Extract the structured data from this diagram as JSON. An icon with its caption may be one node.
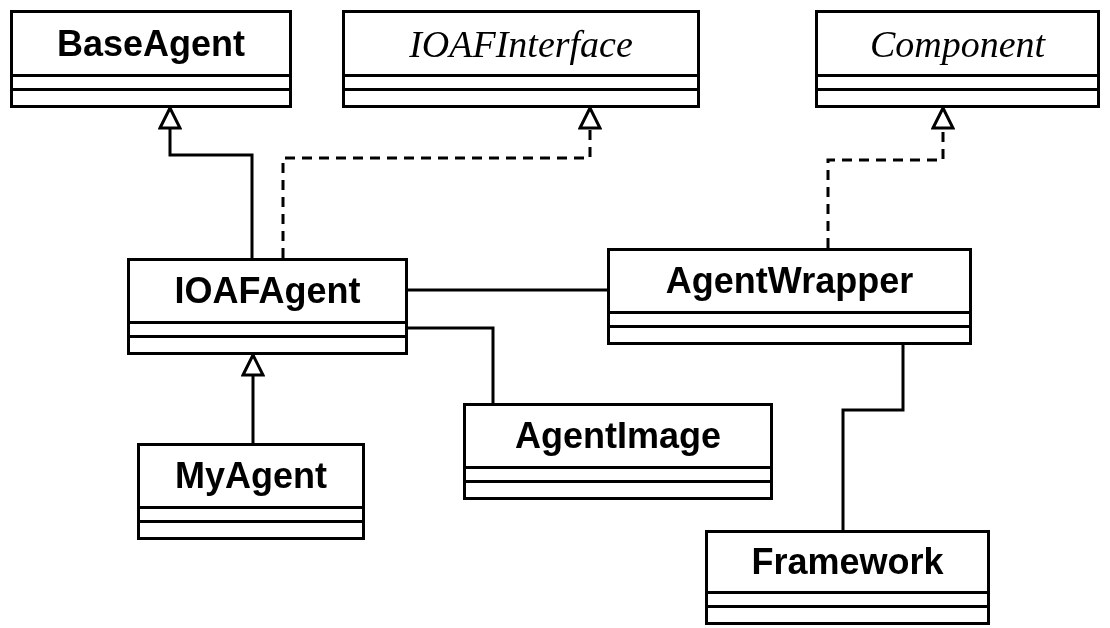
{
  "diagram": {
    "nodes": [
      {
        "text": [
          "BaseAgent"
        ]
      },
      {
        "text": [
          "IOAFInterface"
        ]
      },
      {
        "text": [
          "Component"
        ]
      },
      {
        "text": [
          "IOAFAgent"
        ]
      },
      {
        "text": [
          "AgentWrapper"
        ]
      },
      {
        "text": [
          "MyAgent"
        ]
      },
      {
        "text": [
          "AgentImage"
        ]
      },
      {
        "text": [
          "Framework"
        ]
      }
    ],
    "edges": [
      {
        "from": 3,
        "to": 0,
        "arrow": "to"
      },
      {
        "from": 3,
        "to": 1,
        "arrow": "to",
        "style": "dashed"
      },
      {
        "from": 4,
        "to": 2,
        "arrow": "to",
        "style": "dashed"
      },
      {
        "from": 5,
        "to": 3,
        "arrow": "to"
      },
      {
        "from": 3,
        "to": 4,
        "arrow": "none"
      },
      {
        "from": 3,
        "to": 6,
        "arrow": "none"
      },
      {
        "from": 4,
        "to": 7,
        "arrow": "none"
      }
    ]
  }
}
